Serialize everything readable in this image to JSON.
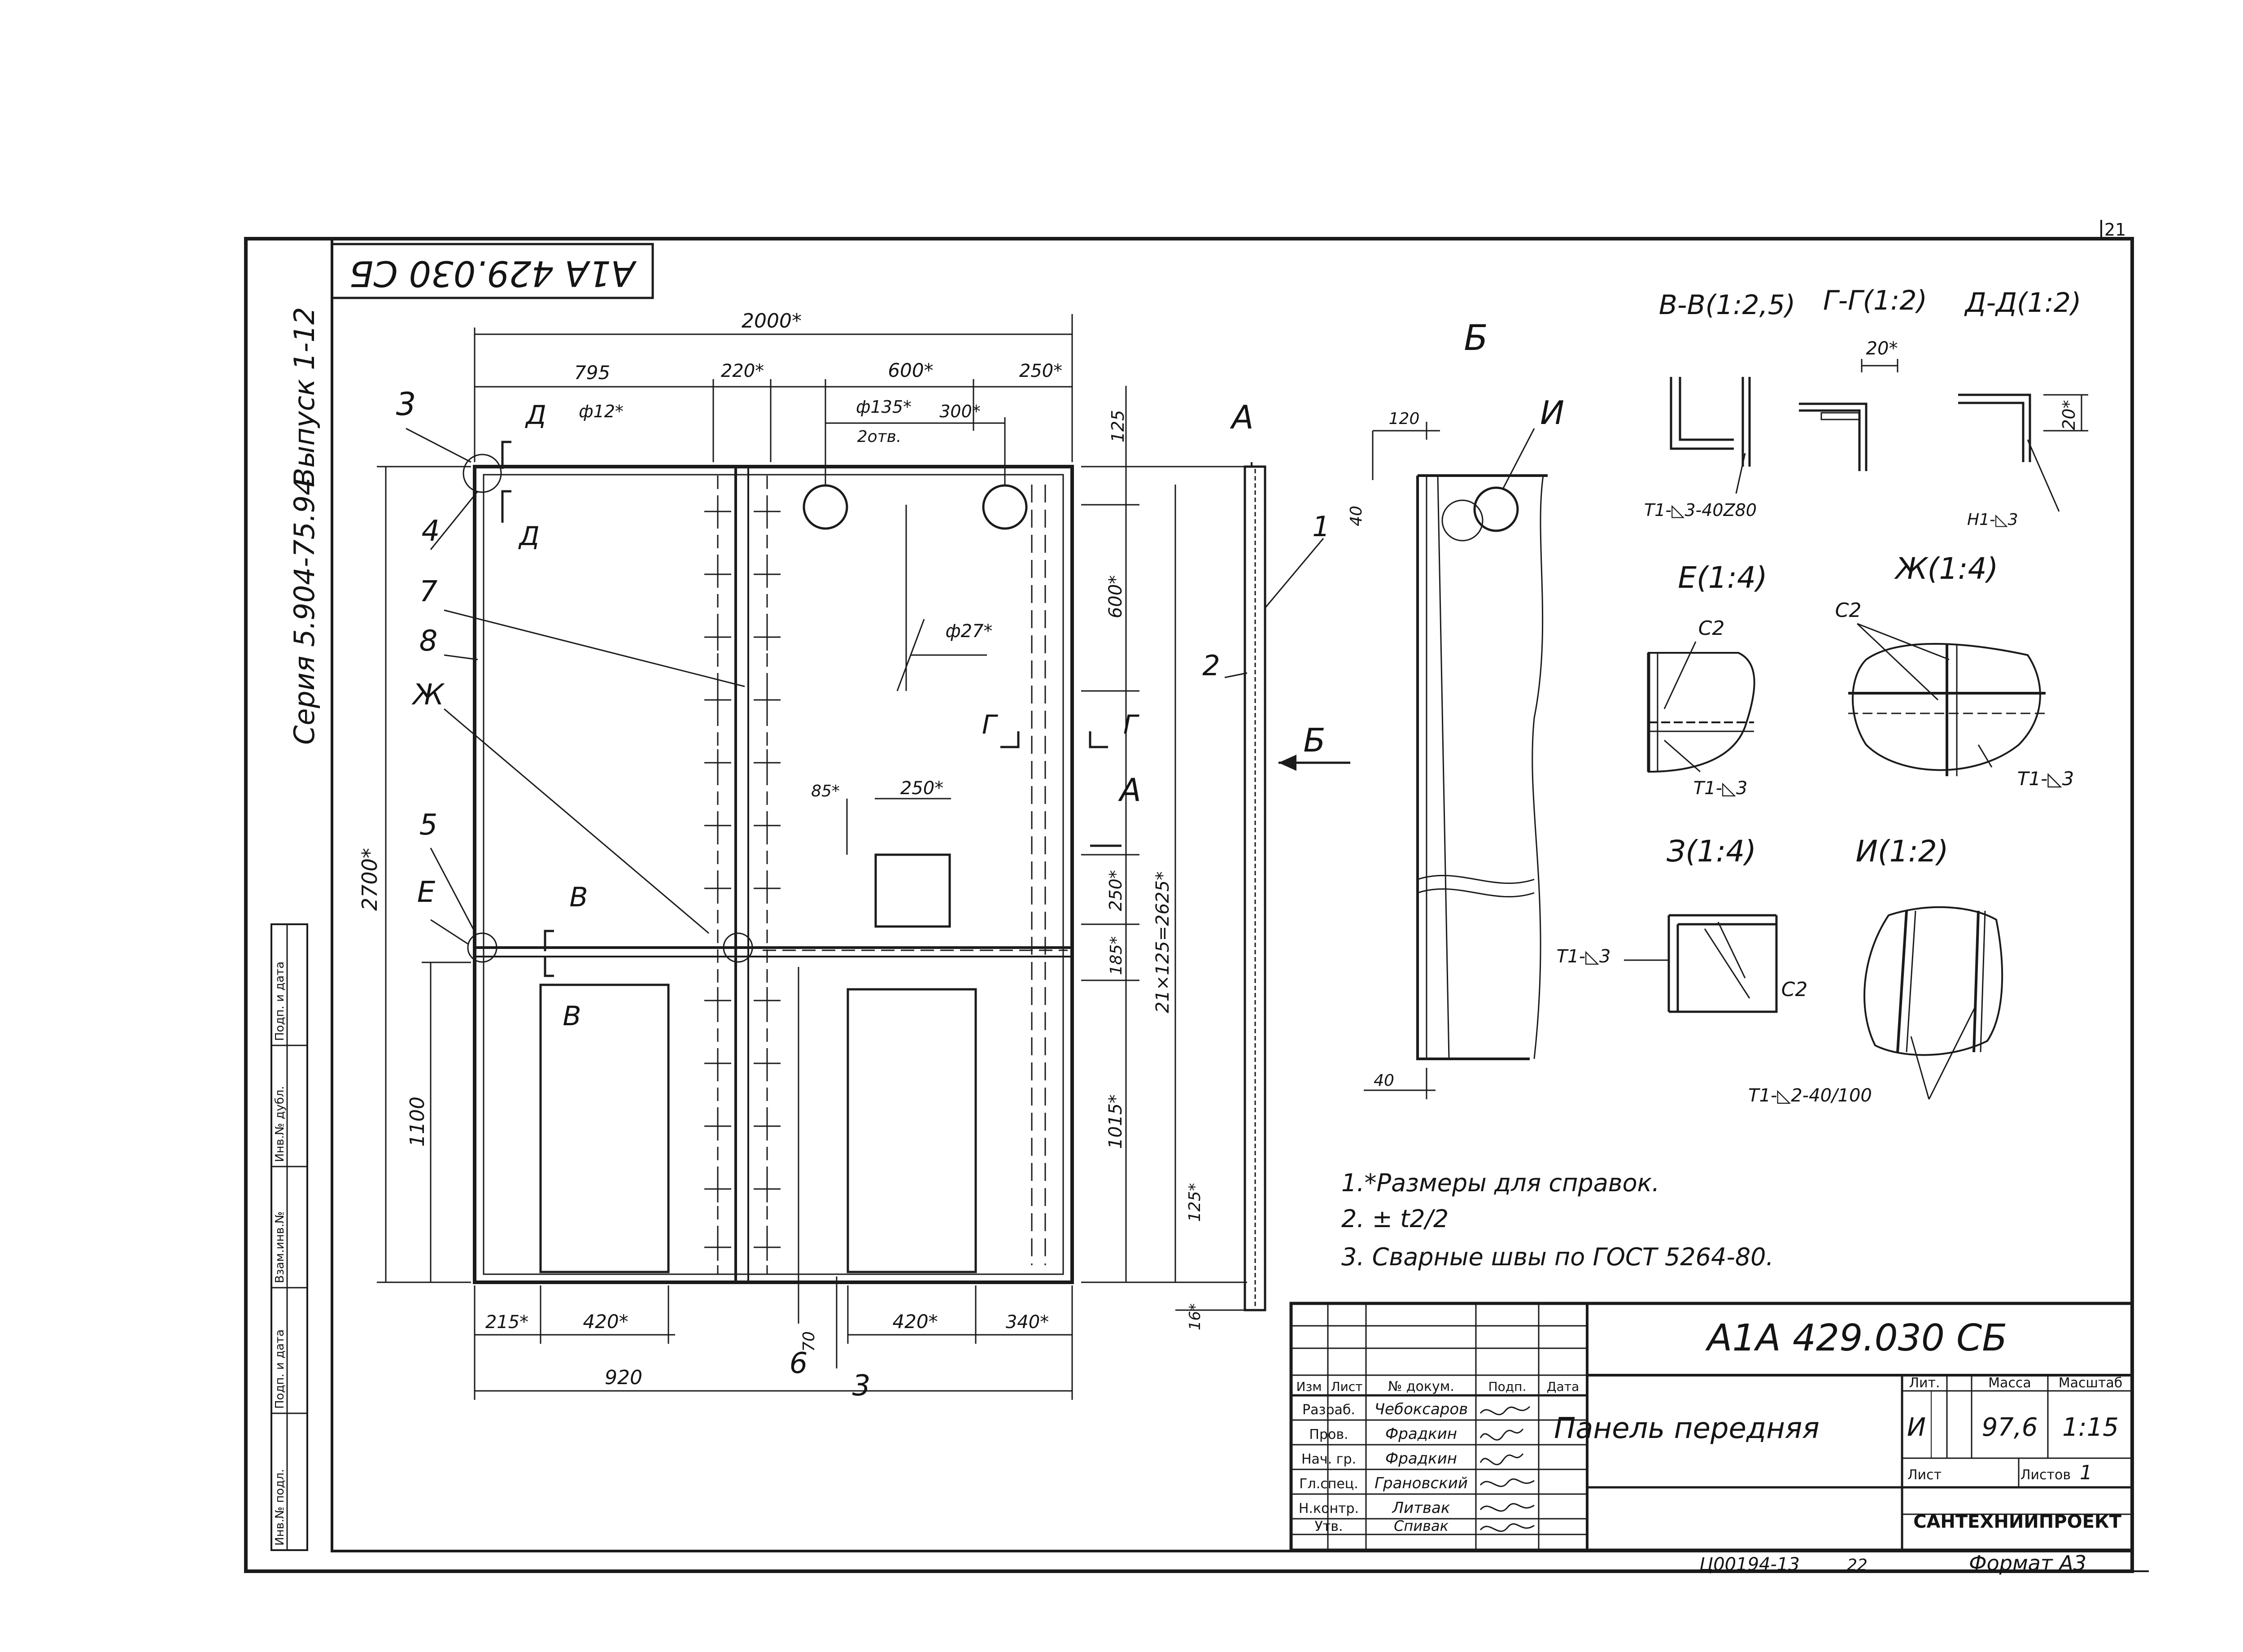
{
  "sheet": {
    "page_number": "21",
    "doc_code": "А1А 429.030 СБ",
    "doc_code_rotated": "А1А 429.030 СБ",
    "series_text": "Серия 5.904-75.94",
    "issue_text": "Выпуск 1-12",
    "bottom_code": "Ц00194-13",
    "bottom_code_2": "22",
    "format_label": "Формат А3"
  },
  "margin_stamp": [
    "Подп. и дата",
    "Инв.№ дубл.",
    "Взам.инв.№",
    "Подп. и дата",
    "Инв.№ подл."
  ],
  "front_view": {
    "dims_top": {
      "total": "2000*",
      "d795": "795",
      "d220": "220*",
      "d600": "600*",
      "d250": "250*",
      "phi12": "ф12*",
      "phi135": "ф135*",
      "holes": "2отв.",
      "d300": "300*"
    },
    "dims_bottom": {
      "d215": "215*",
      "d420a": "420*",
      "d920": "920",
      "d70": "70",
      "d420b": "420*",
      "d340": "340*"
    },
    "dims_left": {
      "d2700": "2700*",
      "d1100": "1100"
    },
    "dims_right": {
      "d125": "125",
      "d600": "600*",
      "d250": "250*",
      "d185": "185*",
      "d1015": "1015*",
      "chain": "21×125=2625*",
      "d125b": "125*",
      "d16": "16*"
    },
    "inner": {
      "phi27": "ф27*",
      "d85": "85*",
      "d250": "250*"
    },
    "leaders": [
      "3",
      "4",
      "7",
      "8",
      "Ж",
      "5",
      "Е",
      "6",
      "3"
    ],
    "sections": {
      "d": "Д",
      "g": "Г",
      "v": "В",
      "a": "А",
      "b": "Б"
    }
  },
  "side_view": {
    "title": "А",
    "pos1": "1",
    "pos2": "2",
    "arrow": "Б"
  },
  "view_b": {
    "title": "Б",
    "d120": "120",
    "d40a": "40",
    "d40b": "40",
    "callout": "И"
  },
  "details": {
    "vv": "В-В(1:2,5)",
    "gg": "Г-Г(1:2)",
    "dd": "Д-Д(1:2)",
    "weld_vv": "Т1-◺3-40Z80",
    "dim_gg": "20*",
    "dim_dd": "20*",
    "weld_dd": "Н1-◺3",
    "e": "Е(1:4)",
    "zh": "Ж(1:4)",
    "z": "З(1:4)",
    "i": "И(1:2)",
    "c2": "С2",
    "weld_t1": "Т1-◺3",
    "weld_i": "Т1-◺2-40/100"
  },
  "notes": [
    "1.*Размеры для справок.",
    "2. ± t2/2",
    "3. Сварные швы по ГОСТ 5264-80."
  ],
  "title_block": {
    "doc_number": "А1А 429.030 СБ",
    "title": "Панель передняя",
    "headers": {
      "izm": "Изм",
      "list": "Лист",
      "doc": "№ докум.",
      "sign": "Подп.",
      "date": "Дата"
    },
    "roles": [
      {
        "role": "Разраб.",
        "name": "Чебоксаров"
      },
      {
        "role": "Пров.",
        "name": "Фрадкин"
      },
      {
        "role": "Нач. гр.",
        "name": "Фрадкин"
      },
      {
        "role": "Гл.спец.",
        "name": "Грановский"
      },
      {
        "role": "Н.контр.",
        "name": "Литвак"
      },
      {
        "role": "Утв.",
        "name": "Спивак"
      }
    ],
    "lit_label": "Лит.",
    "mass_label": "Масса",
    "scale_label": "Масштаб",
    "lit_value": "И",
    "mass_value": "97,6",
    "scale_value": "1:15",
    "sheet_label": "Лист",
    "sheets_label": "Листов",
    "sheets_value": "1",
    "organization": "САНТЕХНИИПРОЕКТ"
  },
  "colors": {
    "ink": "#1b1b1b",
    "paper": "#ffffff"
  }
}
